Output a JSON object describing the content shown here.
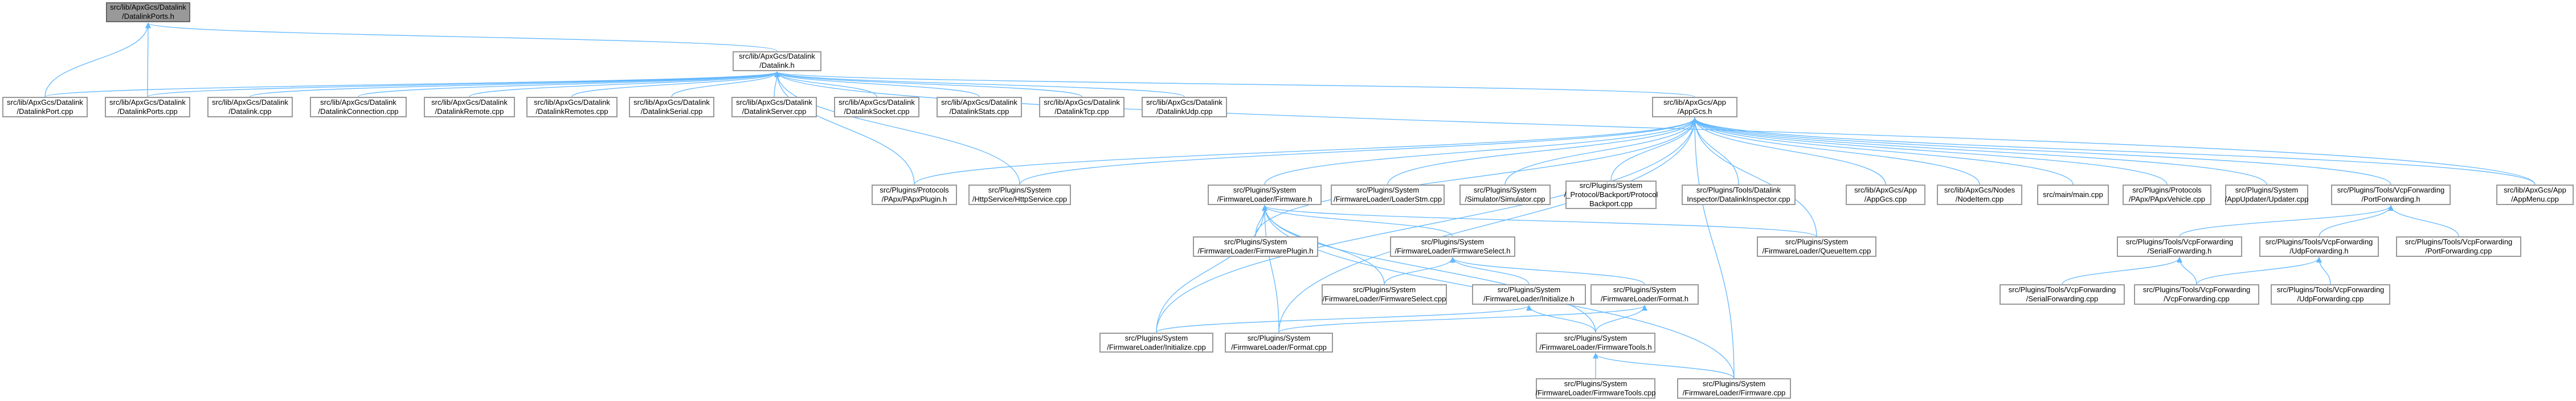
{
  "diagram": {
    "edge_color": "#63b8ff",
    "node_border": "#999999",
    "root_fill": "#999999",
    "nodes": [
      {
        "id": "datalinkports_h",
        "label": "src/lib/ApxGcs/Datalink\n/DatalinkPorts.h",
        "root": true
      },
      {
        "id": "datalink_h",
        "label": "src/lib/ApxGcs/Datalink\n/Datalink.h"
      },
      {
        "id": "datalinkport_cpp",
        "label": "src/lib/ApxGcs/Datalink\n/DatalinkPort.cpp"
      },
      {
        "id": "datalinkports_cpp",
        "label": "src/lib/ApxGcs/Datalink\n/DatalinkPorts.cpp"
      },
      {
        "id": "datalink_cpp",
        "label": "src/lib/ApxGcs/Datalink\n/Datalink.cpp"
      },
      {
        "id": "datalinkconnection_cpp",
        "label": "src/lib/ApxGcs/Datalink\n/DatalinkConnection.cpp"
      },
      {
        "id": "datalinkremote_cpp",
        "label": "src/lib/ApxGcs/Datalink\n/DatalinkRemote.cpp"
      },
      {
        "id": "datalinkremotes_cpp",
        "label": "src/lib/ApxGcs/Datalink\n/DatalinkRemotes.cpp"
      },
      {
        "id": "datalinkserial_cpp",
        "label": "src/lib/ApxGcs/Datalink\n/DatalinkSerial.cpp"
      },
      {
        "id": "datalinkserver_cpp",
        "label": "src/lib/ApxGcs/Datalink\n/DatalinkServer.cpp"
      },
      {
        "id": "datalinksocket_cpp",
        "label": "src/lib/ApxGcs/Datalink\n/DatalinkSocket.cpp"
      },
      {
        "id": "datalinkstats_cpp",
        "label": "src/lib/ApxGcs/Datalink\n/DatalinkStats.cpp"
      },
      {
        "id": "datalinktcp_cpp",
        "label": "src/lib/ApxGcs/Datalink\n/DatalinkTcp.cpp"
      },
      {
        "id": "datalinkudp_cpp",
        "label": "src/lib/ApxGcs/Datalink\n/DatalinkUdp.cpp"
      },
      {
        "id": "appgcs_h",
        "label": "src/lib/ApxGcs/App\n/AppGcs.h"
      },
      {
        "id": "apxplugin_h",
        "label": "src/Plugins/Protocols\n/PApx/PApxPlugin.h"
      },
      {
        "id": "httpservice_cpp",
        "label": "src/Plugins/System\n/HttpService/HttpService.cpp"
      },
      {
        "id": "firmware_h",
        "label": "src/Plugins/System\n/FirmwareLoader/Firmware.h"
      },
      {
        "id": "loaderstm_cpp",
        "label": "src/Plugins/System\n/FirmwareLoader/LoaderStm.cpp"
      },
      {
        "id": "simulator_cpp",
        "label": "src/Plugins/System\n/Simulator/Simulator.cpp"
      },
      {
        "id": "backport_cpp",
        "label": "src/Plugins/System\n/_Protocol/Backport/Protocol\nBackport.cpp"
      },
      {
        "id": "datalinkinspector_cpp",
        "label": "src/Plugins/Tools/Datalink\nInspector/DatalinkInspector.cpp"
      },
      {
        "id": "appgcs_cpp",
        "label": "src/lib/ApxGcs/App\n/AppGcs.cpp"
      },
      {
        "id": "nodeitem_cpp",
        "label": "src/lib/ApxGcs/Nodes\n/NodeItem.cpp"
      },
      {
        "id": "main_cpp",
        "label": "src/main/main.cpp"
      },
      {
        "id": "papxvehicle_cpp",
        "label": "src/Plugins/Protocols\n/PApx/PApxVehicle.cpp"
      },
      {
        "id": "appupdater_cpp",
        "label": "src/Plugins/System\n/AppUpdater/Updater.cpp"
      },
      {
        "id": "portforwarding_h",
        "label": "src/Plugins/Tools/VcpForwarding\n/PortForwarding.h"
      },
      {
        "id": "appmenu_cpp",
        "label": "src/lib/ApxGcs/App\n/AppMenu.cpp"
      },
      {
        "id": "firmwareplugin_h",
        "label": "src/Plugins/System\n/FirmwareLoader/FirmwarePlugin.h"
      },
      {
        "id": "firmwareselect_h",
        "label": "src/Plugins/System\n/FirmwareLoader/FirmwareSelect.h"
      },
      {
        "id": "queueitem_cpp",
        "label": "src/Plugins/System\n/FirmwareLoader/QueueItem.cpp"
      },
      {
        "id": "firmwareselect_cpp",
        "label": "src/Plugins/System\n/FirmwareLoader/FirmwareSelect.cpp"
      },
      {
        "id": "initialize_h",
        "label": "src/Plugins/System\n/FirmwareLoader/Initialize.h"
      },
      {
        "id": "format_h",
        "label": "src/Plugins/System\n/FirmwareLoader/Format.h"
      },
      {
        "id": "initialize_cpp",
        "label": "src/Plugins/System\n/FirmwareLoader/Initialize.cpp"
      },
      {
        "id": "format_cpp",
        "label": "src/Plugins/System\n/FirmwareLoader/Format.cpp"
      },
      {
        "id": "firmwaretools_h",
        "label": "src/Plugins/System\n/FirmwareLoader/FirmwareTools.h"
      },
      {
        "id": "firmwaretools_cpp",
        "label": "src/Plugins/System\n/FirmwareLoader/FirmwareTools.cpp"
      },
      {
        "id": "firmware_cpp",
        "label": "src/Plugins/System\n/FirmwareLoader/Firmware.cpp"
      },
      {
        "id": "serialforwarding_h",
        "label": "src/Plugins/Tools/VcpForwarding\n/SerialForwarding.h"
      },
      {
        "id": "udpforwarding_h",
        "label": "src/Plugins/Tools/VcpForwarding\n/UdpForwarding.h"
      },
      {
        "id": "portforwarding_cpp",
        "label": "src/Plugins/Tools/VcpForwarding\n/PortForwarding.cpp"
      },
      {
        "id": "serialforwarding_cpp",
        "label": "src/Plugins/Tools/VcpForwarding\n/SerialForwarding.cpp"
      },
      {
        "id": "vcpforwarding_cpp",
        "label": "src/Plugins/Tools/VcpForwarding\n/VcpForwarding.cpp"
      },
      {
        "id": "udpforwarding_cpp",
        "label": "src/Plugins/Tools/VcpForwarding\n/UdpForwarding.cpp"
      }
    ],
    "edges": [
      [
        "datalink_h",
        "datalinkports_h"
      ],
      [
        "datalinkport_cpp",
        "datalinkports_h"
      ],
      [
        "datalinkports_cpp",
        "datalinkports_h"
      ],
      [
        "datalinkport_cpp",
        "datalink_h"
      ],
      [
        "datalinkports_cpp",
        "datalink_h"
      ],
      [
        "datalink_cpp",
        "datalink_h"
      ],
      [
        "datalinkconnection_cpp",
        "datalink_h"
      ],
      [
        "datalinkremote_cpp",
        "datalink_h"
      ],
      [
        "datalinkremotes_cpp",
        "datalink_h"
      ],
      [
        "datalinkserial_cpp",
        "datalink_h"
      ],
      [
        "datalinkserver_cpp",
        "datalink_h"
      ],
      [
        "datalinksocket_cpp",
        "datalink_h"
      ],
      [
        "datalinkstats_cpp",
        "datalink_h"
      ],
      [
        "datalinktcp_cpp",
        "datalink_h"
      ],
      [
        "datalinkudp_cpp",
        "datalink_h"
      ],
      [
        "appgcs_h",
        "datalink_h"
      ],
      [
        "apxplugin_h",
        "datalink_h"
      ],
      [
        "httpservice_cpp",
        "datalink_h"
      ],
      [
        "appmenu_cpp",
        "datalink_h"
      ],
      [
        "apxplugin_h",
        "appgcs_h"
      ],
      [
        "httpservice_cpp",
        "appgcs_h"
      ],
      [
        "firmware_h",
        "appgcs_h"
      ],
      [
        "loaderstm_cpp",
        "appgcs_h"
      ],
      [
        "simulator_cpp",
        "appgcs_h"
      ],
      [
        "backport_cpp",
        "appgcs_h"
      ],
      [
        "datalinkinspector_cpp",
        "appgcs_h"
      ],
      [
        "appgcs_cpp",
        "appgcs_h"
      ],
      [
        "nodeitem_cpp",
        "appgcs_h"
      ],
      [
        "main_cpp",
        "appgcs_h"
      ],
      [
        "papxvehicle_cpp",
        "appgcs_h"
      ],
      [
        "appupdater_cpp",
        "appgcs_h"
      ],
      [
        "portforwarding_h",
        "appgcs_h"
      ],
      [
        "appmenu_cpp",
        "appgcs_h"
      ],
      [
        "queueitem_cpp",
        "appgcs_h"
      ],
      [
        "firmwareplugin_h",
        "appgcs_h"
      ],
      [
        "initialize_cpp",
        "appgcs_h"
      ],
      [
        "format_cpp",
        "appgcs_h"
      ],
      [
        "firmware_cpp",
        "appgcs_h"
      ],
      [
        "firmwareplugin_h",
        "firmware_h"
      ],
      [
        "firmwareselect_h",
        "firmware_h"
      ],
      [
        "queueitem_cpp",
        "firmware_h"
      ],
      [
        "firmwareselect_cpp",
        "firmware_h"
      ],
      [
        "initialize_cpp",
        "firmware_h"
      ],
      [
        "format_cpp",
        "firmware_h"
      ],
      [
        "firmwaretools_h",
        "firmware_h"
      ],
      [
        "firmware_cpp",
        "firmware_h"
      ],
      [
        "firmwareselect_cpp",
        "firmwareselect_h"
      ],
      [
        "initialize_h",
        "firmwareselect_h"
      ],
      [
        "format_h",
        "firmwareselect_h"
      ],
      [
        "initialize_cpp",
        "initialize_h"
      ],
      [
        "firmwaretools_h",
        "initialize_h"
      ],
      [
        "format_cpp",
        "format_h"
      ],
      [
        "firmwaretools_h",
        "format_h"
      ],
      [
        "firmwaretools_cpp",
        "firmwaretools_h"
      ],
      [
        "firmware_cpp",
        "firmwaretools_h"
      ],
      [
        "serialforwarding_h",
        "portforwarding_h"
      ],
      [
        "udpforwarding_h",
        "portforwarding_h"
      ],
      [
        "portforwarding_cpp",
        "portforwarding_h"
      ],
      [
        "serialforwarding_cpp",
        "serialforwarding_h"
      ],
      [
        "vcpforwarding_cpp",
        "serialforwarding_h"
      ],
      [
        "vcpforwarding_cpp",
        "udpforwarding_h"
      ],
      [
        "udpforwarding_cpp",
        "udpforwarding_h"
      ]
    ]
  }
}
